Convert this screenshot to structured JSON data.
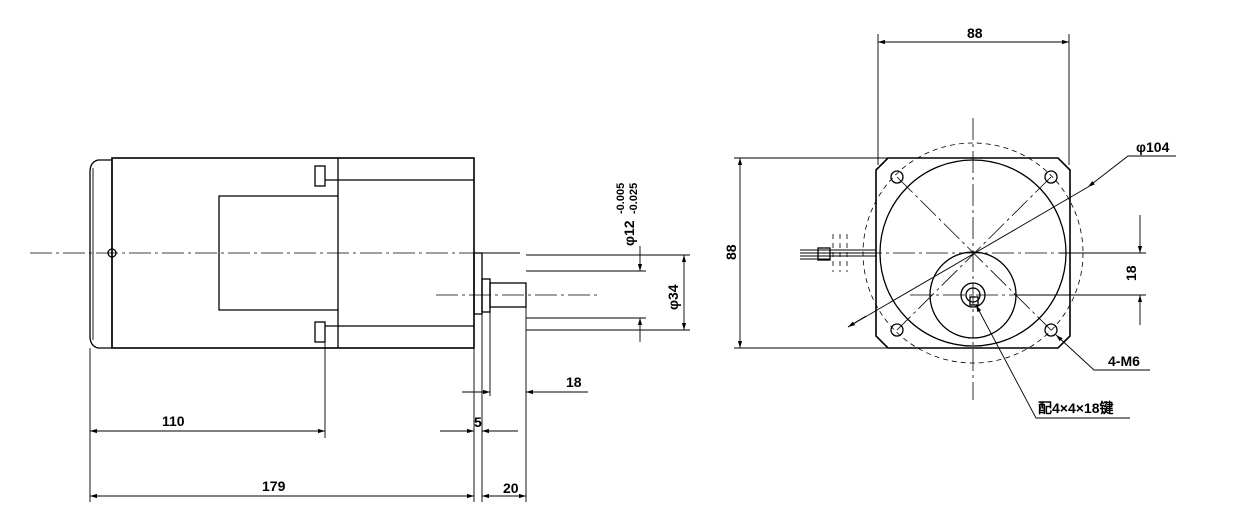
{
  "side_view": {
    "dim_total_length": "179",
    "dim_body_length": "110",
    "dim_flange_thickness": "5",
    "dim_key_length": "18",
    "dim_shaft_length": "20",
    "dim_boss_diameter": "φ34",
    "dim_shaft_diameter": "φ12",
    "tol_upper": "-0.005",
    "tol_lower": "-0.025"
  },
  "front_view": {
    "dim_width": "88",
    "dim_height": "88",
    "dim_bolt_circle": "φ104",
    "dim_shaft_offset": "18",
    "label_holes": "4-M6",
    "label_key": "配4×4×18键"
  }
}
